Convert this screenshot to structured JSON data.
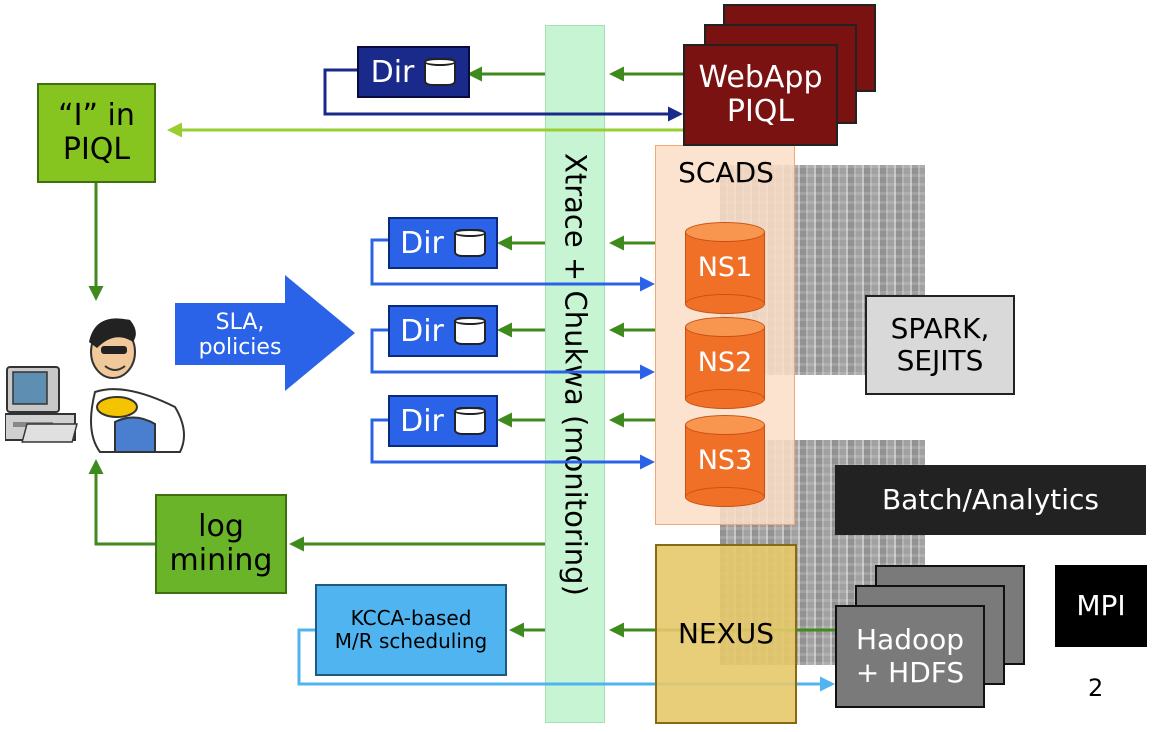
{
  "xtrace_label": "Xtrace + Chukwa (monitoring)",
  "webapp": {
    "line1": "WebApp",
    "line2": "PIQL"
  },
  "i_in_piql": {
    "line1": "“I” in",
    "line2": "PIQL"
  },
  "dir_label": "Dir",
  "scads_label": "SCADS",
  "ns": [
    "NS1",
    "NS2",
    "NS3"
  ],
  "sla": {
    "line1": "SLA,",
    "line2": "policies"
  },
  "spark": {
    "line1": "SPARK,",
    "line2": "SEJITS"
  },
  "batch_label": "Batch/Analytics",
  "log_mining": {
    "line1": "log",
    "line2": "mining"
  },
  "kcca": {
    "line1": "KCCA-based",
    "line2": "M/R scheduling"
  },
  "nexus_label": "NEXUS",
  "hadoop": {
    "line1": "Hadoop",
    "line2": "+ HDFS"
  },
  "mpi_label": "MPI",
  "page_number": "2",
  "colors": {
    "dark_green": "#3f8a1e",
    "light_green": "#9acd32",
    "lime_box": "#86c41f",
    "navy": "#1a2a8a",
    "blue": "#2a63e8",
    "light_blue": "#4fb4ef",
    "webapp_red": "#7a1212",
    "orange": "#f07028",
    "scads_bg": "#fbe3d2",
    "xtrace_bg": "#c7f5d3",
    "nexus_bg": "#e6c96a",
    "gray_box": "#7a7a7a"
  }
}
